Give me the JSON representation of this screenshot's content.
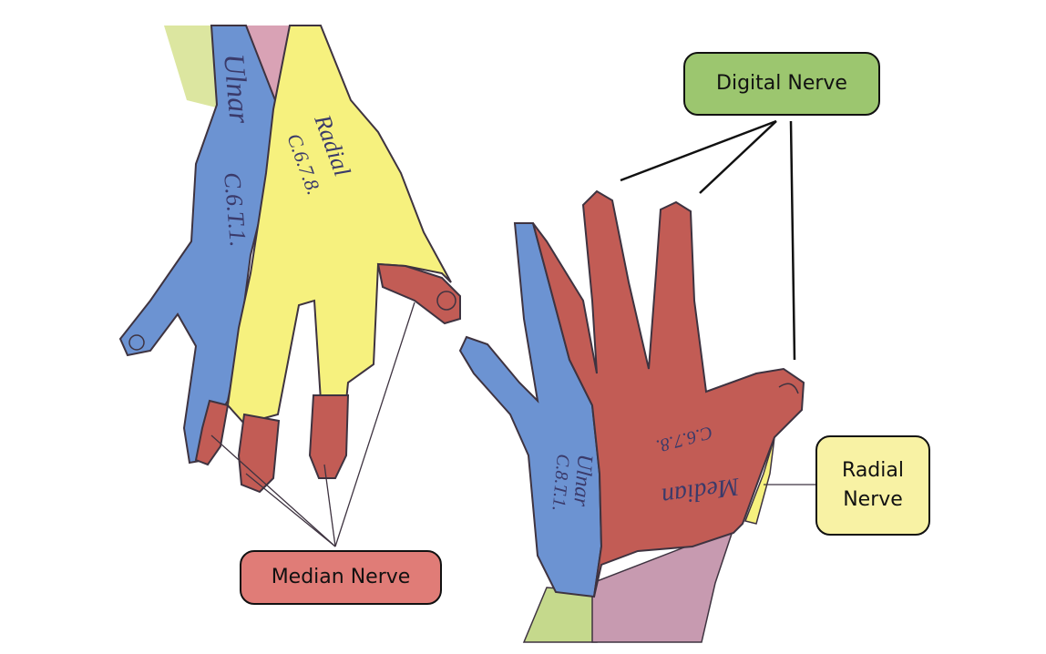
{
  "callouts": {
    "digital": {
      "label": "Digital Nerve",
      "color": "#9CC66F"
    },
    "median": {
      "label": "Median Nerve",
      "color": "#E07C77"
    },
    "radial": {
      "line1": "Radial",
      "line2": "Nerve",
      "color": "#F8F2A4"
    }
  },
  "hand_labels": {
    "back_ulnar": "Ulnar",
    "back_ulnar_code": "C.6.T.1.",
    "back_radial": "Radial",
    "back_radial_code": "C.6.7.8.",
    "palm_ulnar": "Ulnar",
    "palm_ulnar_code": "C.8.T.1.",
    "palm_median": "Median",
    "palm_median_code": "C.6.7.8."
  },
  "colors": {
    "median_red": "#C25C55",
    "ulnar_blue": "#6C93D2",
    "radial_yellow": "#F6F17E",
    "forearm_pink": "#C79AB0",
    "forearm_green": "#C5D98C",
    "outline": "#3E3340"
  }
}
